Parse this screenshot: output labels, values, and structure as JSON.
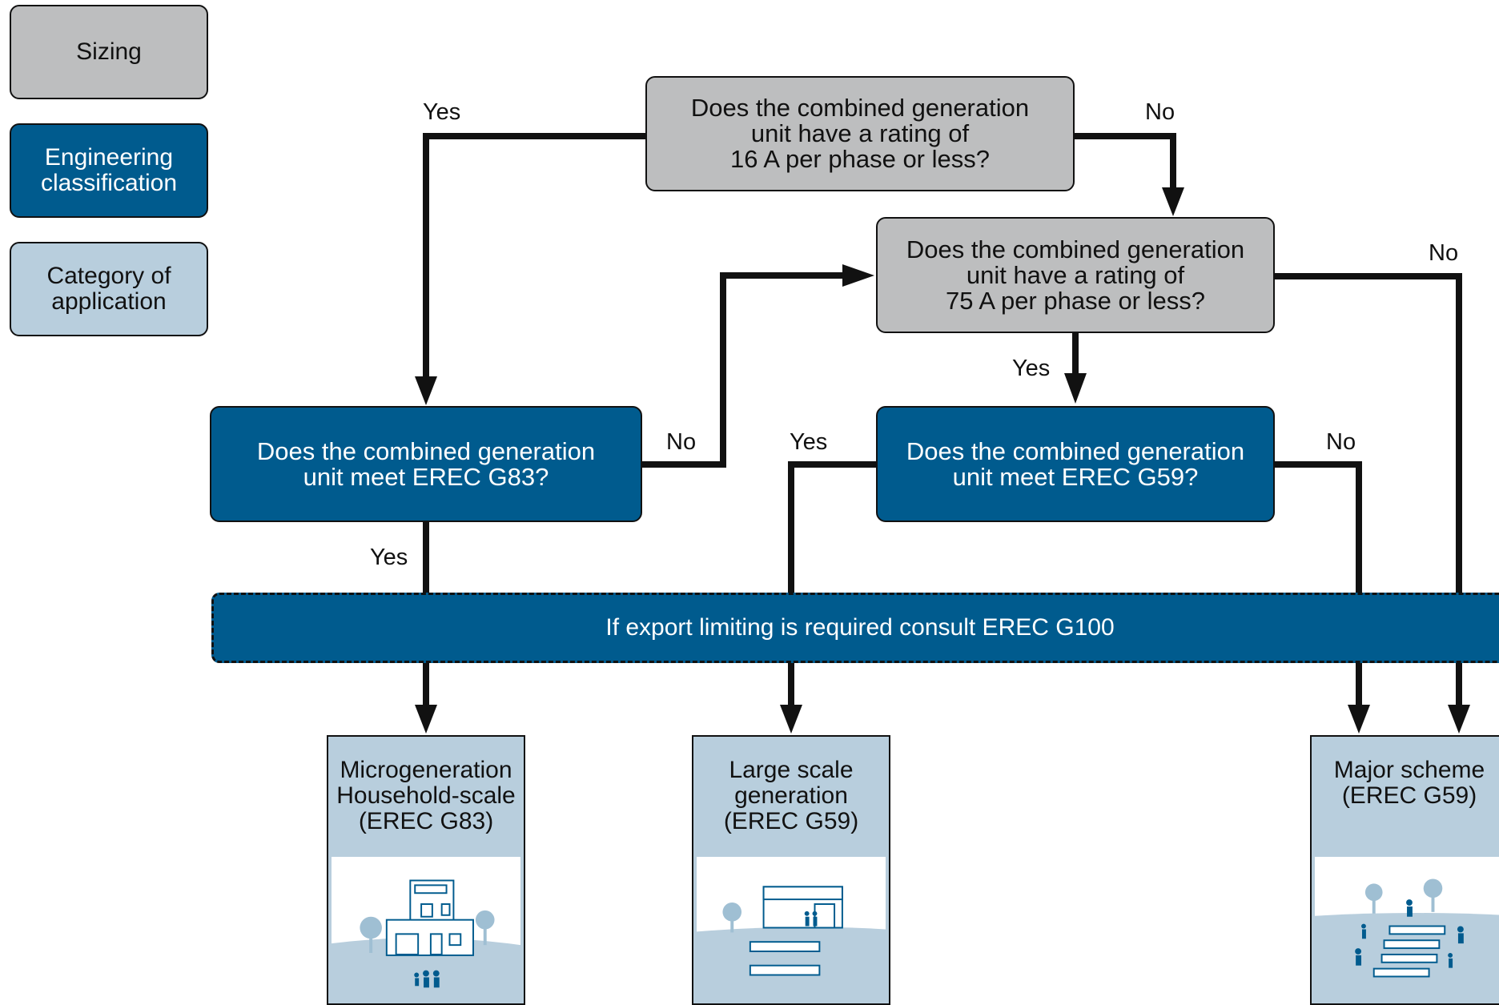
{
  "legend": {
    "sizing": "Sizing",
    "engineering": "Engineering\nclassification",
    "category": "Category of\napplication"
  },
  "nodes": {
    "q16a": "Does the combined generation\nunit have a rating of\n16 A per phase or less?",
    "q75a": "Does the combined generation\nunit have a rating of\n75 A per phase or less?",
    "qg83": "Does the combined generation\nunit meet EREC G83?",
    "qg59": "Does the combined generation\nunit meet EREC G59?",
    "banner": "If export limiting is required consult EREC G100"
  },
  "labels": {
    "q16_yes": "Yes",
    "q16_no": "No",
    "q75_no": "No",
    "q75_yes": "Yes",
    "g83_no": "No",
    "g83_yes": "Yes",
    "g59_yes": "Yes",
    "g59_no": "No"
  },
  "categories": {
    "micro": "Microgeneration\nHousehold-scale\n(EREC G83)",
    "large": "Large scale\ngeneration\n(EREC G59)",
    "major": "Major scheme\n(EREC G59)"
  },
  "colors": {
    "sizing": "#bdbebf",
    "engineering": "#005b8e",
    "category": "#b8cedd"
  }
}
